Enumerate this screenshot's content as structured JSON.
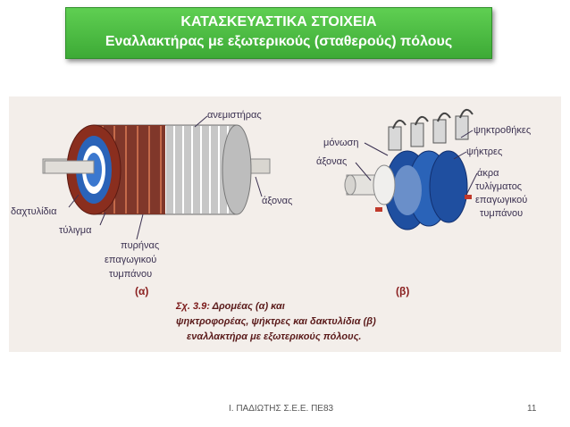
{
  "slide": {
    "title_line1": "ΚΑΤΑΣΚΕΥΑΣΤΙΚΑ ΣΤΟΙΧΕΙΑ",
    "title_line2": "Εναλλακτήρας με εξωτερικούς (σταθερούς) πόλους"
  },
  "figure": {
    "labels_a": {
      "anemistiras": "ανεμιστήρας",
      "axonas": "άξονας",
      "daktylidia": "δαχτυλίδια",
      "tyligma": "τύλιγμα",
      "pyrinas1": "πυρήνας",
      "pyrinas2": "επαγωγικού",
      "pyrinas3": "τυμπάνου",
      "sub": "(α)"
    },
    "labels_b": {
      "monosi": "μόνωση",
      "axonas": "άξονας",
      "psiktrothikes": "ψηκτροθήκες",
      "psiktres": "ψήκτρες",
      "akra1": "άκρα",
      "akra2": "τυλίγματος",
      "akra3": "επαγωγικού",
      "akra4": "τυμπάνου",
      "sub": "(β)"
    },
    "caption": {
      "prefix": "Σχ. 3.9:",
      "line1": "Δρομέας (α) και",
      "line2": "ψηκτροφορέας, ψήκτρες και δακτυλίδια (β)",
      "line3": "εναλλακτήρα με εξωτερικούς πόλους."
    }
  },
  "footer": {
    "author": "Ι. ΠΑΔΙΩΤΗΣ Σ.Ε.Ε. ΠΕ83",
    "page": "11"
  }
}
